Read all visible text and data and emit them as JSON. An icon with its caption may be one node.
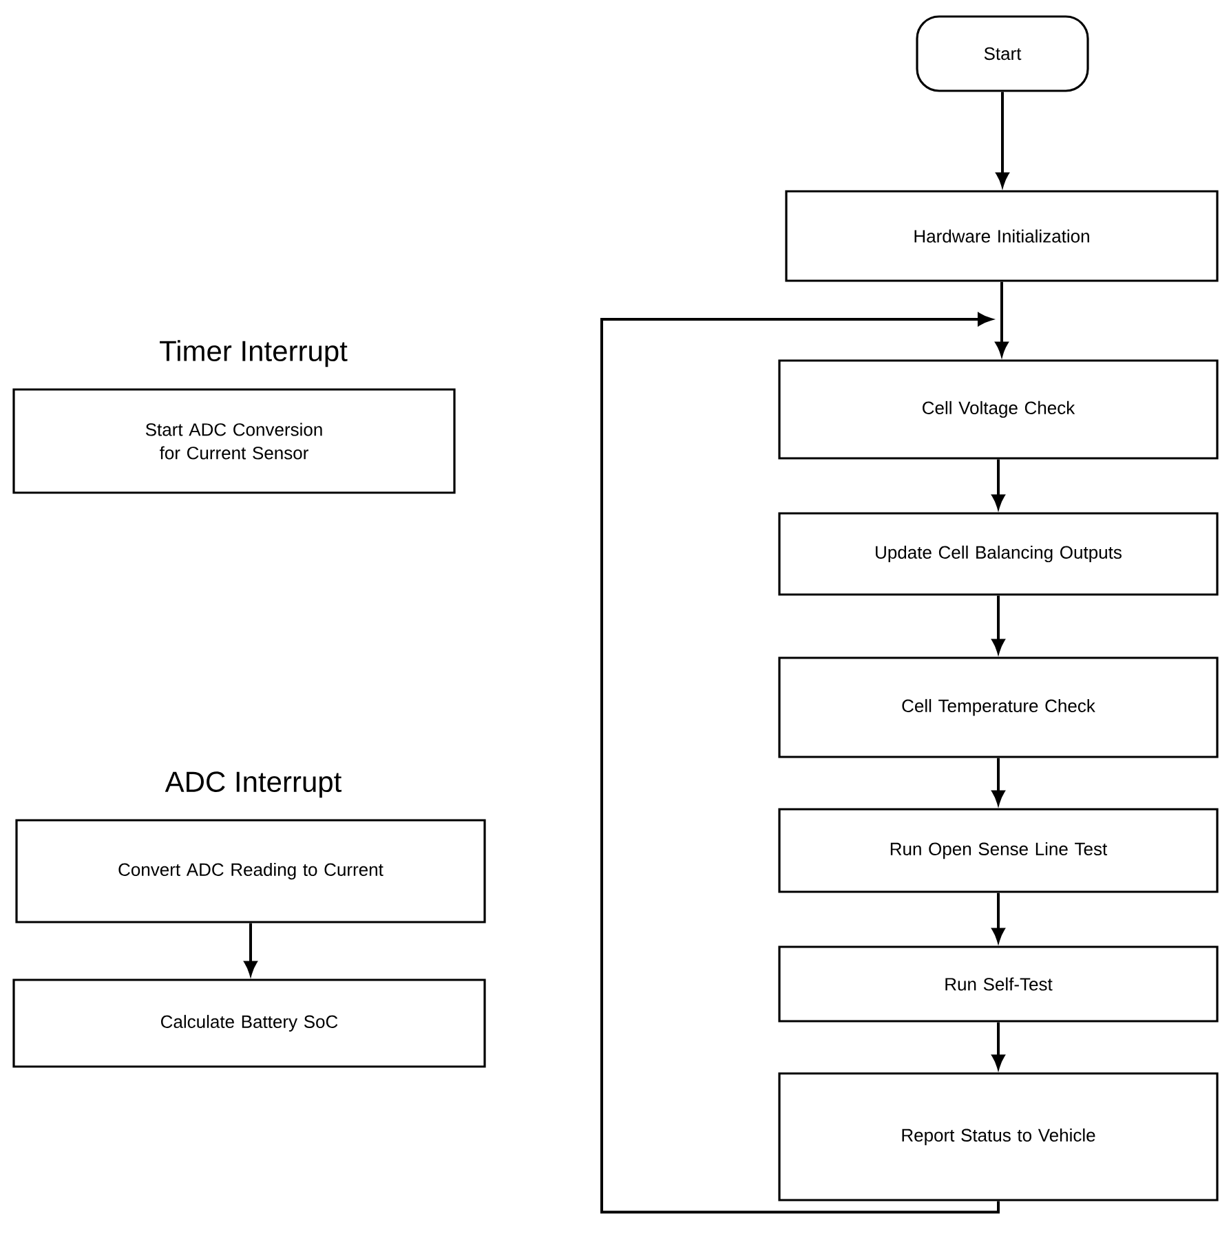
{
  "diagram": {
    "nodes": [
      {
        "text": [
          "Start"
        ]
      },
      {
        "text": [
          "Hardware Initialization"
        ]
      },
      {
        "text": [
          "Cell Voltage Check"
        ]
      },
      {
        "text": [
          "Update Cell Balancing Outputs"
        ]
      },
      {
        "text": [
          "Cell Temperature Check"
        ]
      },
      {
        "text": [
          "Run Open Sense Line Test"
        ]
      },
      {
        "text": [
          "Run Self-Test"
        ]
      },
      {
        "text": [
          "Report Status to Vehicle"
        ]
      },
      {
        "text": [
          "Timer Interrupt",
          "Start ADC Conversion for Current Sensor"
        ]
      },
      {
        "text": [
          "ADC Interrupt",
          "Convert ADC Reading to Current"
        ]
      },
      {
        "text": [
          "Calculate Battery SoC"
        ]
      }
    ],
    "edges": [
      {
        "from": 0,
        "to": 1,
        "arrow": "to"
      },
      {
        "from": 1,
        "to": 2,
        "arrow": "to"
      },
      {
        "from": 2,
        "to": 3,
        "arrow": "to"
      },
      {
        "from": 3,
        "to": 4,
        "arrow": "to"
      },
      {
        "from": 4,
        "to": 5,
        "arrow": "to"
      },
      {
        "from": 5,
        "to": 6,
        "arrow": "to"
      },
      {
        "from": 6,
        "to": 7,
        "arrow": "to"
      },
      {
        "from": 7,
        "to": 2,
        "arrow": "to"
      },
      {
        "from": 9,
        "to": 10,
        "arrow": "to"
      }
    ]
  }
}
